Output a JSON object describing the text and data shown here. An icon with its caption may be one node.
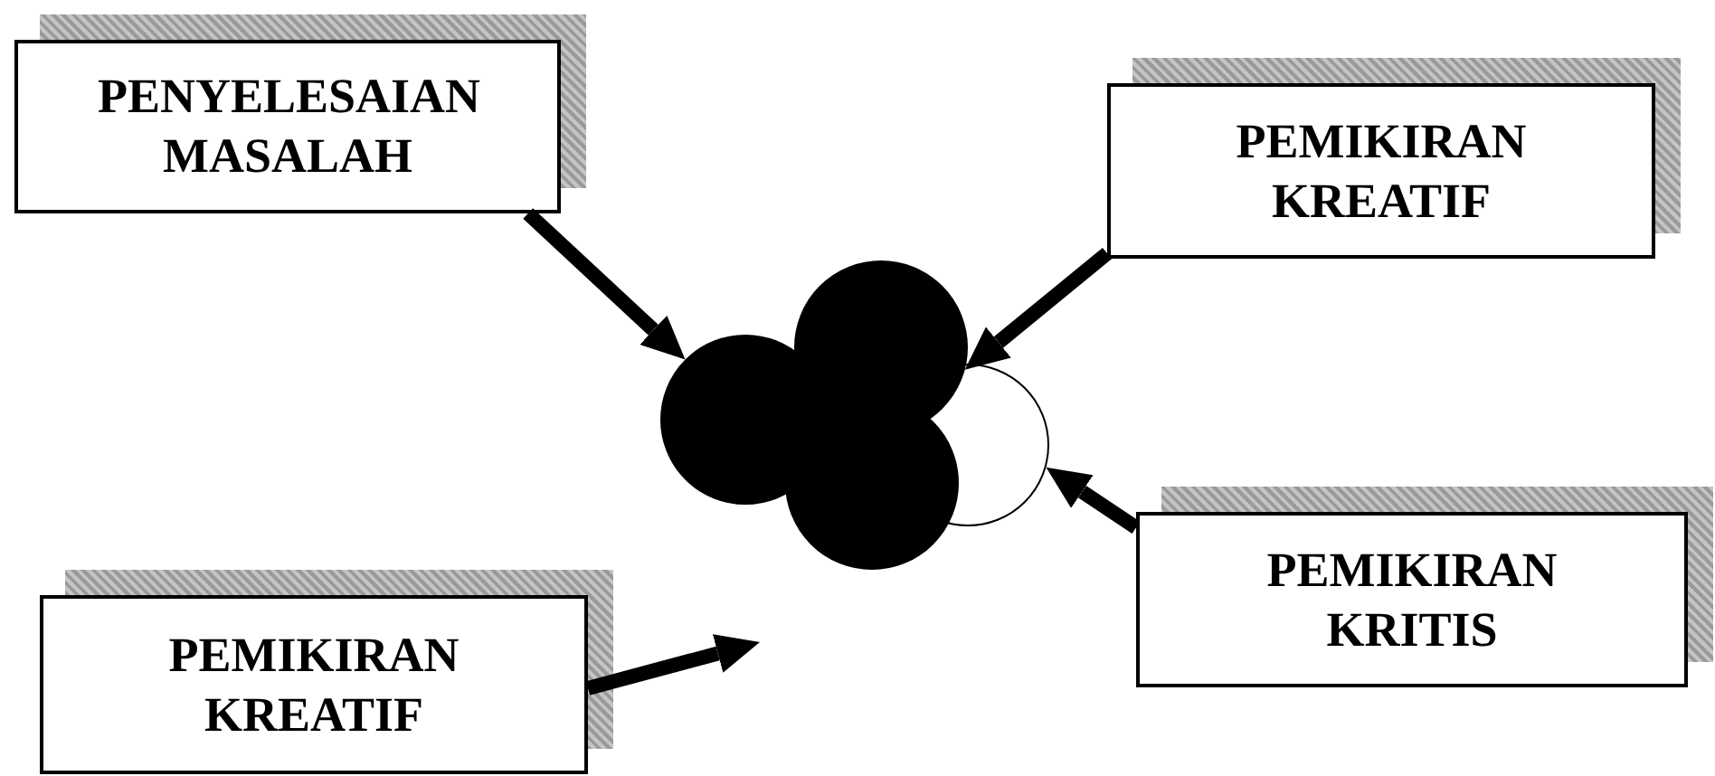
{
  "diagram": {
    "nodes": [
      {
        "text": [
          "PENYELESAIAN MASALAH"
        ]
      },
      {
        "text": [
          "PEMIKIRAN KREATIF"
        ]
      },
      {
        "text": [
          "PEMIKIRAN KRITIS"
        ]
      },
      {
        "text": [
          "PEMIKIRAN KREATIF"
        ]
      },
      {
        "text": [],
        "shape": "circle"
      }
    ],
    "edges": [
      {
        "from": 0,
        "to": 4,
        "arrow": "to"
      },
      {
        "from": 1,
        "to": 4,
        "arrow": "to"
      },
      {
        "from": 2,
        "to": 4,
        "arrow": "to"
      },
      {
        "from": 3,
        "to": null,
        "arrow": "to"
      }
    ]
  }
}
